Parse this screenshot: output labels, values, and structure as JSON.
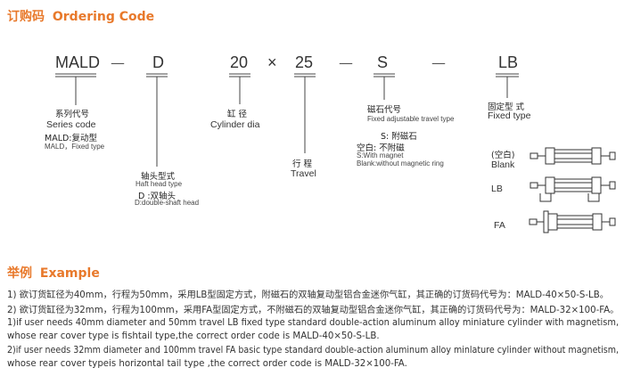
{
  "ordering": {
    "heading_cn": "订购码",
    "heading_en": "Ordering Code",
    "code": {
      "model": "MALD",
      "dash1": "—",
      "shaft": "D",
      "bore": "20",
      "times": "×",
      "travel": "25",
      "dash2": "—",
      "magnet": "S",
      "dash3": "—",
      "fixed": "LB"
    },
    "series": {
      "cn": "系列代号",
      "en": "Series code",
      "item_cn": "MALD:复动型",
      "item_sm": "MALD，Fixed type"
    },
    "shafthead": {
      "cn": "轴头型式",
      "en": "Haft head type",
      "item_cn": "D :双轴头",
      "item_sm": "D:double-shaft head"
    },
    "cylinder": {
      "cn": "缸 径",
      "en": "Cylinder dia"
    },
    "travel_label": {
      "cn": "行 程",
      "en": "Travel"
    },
    "magnet_code": {
      "cn": "磁石代号",
      "en": "Fixed adjustable travel type",
      "s_cn": "S: 附磁石",
      "blank_cn": "空白: 不附磁",
      "s_en": "S:With magnet",
      "blank_en": "Blank:without magnetic ring"
    },
    "fixed_type": {
      "cn": "固定型 式",
      "en": "Fixed type",
      "blank_cn": "(空白)",
      "blank_en": "Blank",
      "lb": "LB",
      "fa": "FA"
    }
  },
  "example": {
    "heading_cn": "举例",
    "heading_en": "Example",
    "lines": [
      "1) 欲订货缸径为40mm，行程为50mm，采用LB型固定方式，附磁石的双轴复动型铝合金迷你气缸，其正确的订货码代号为：MALD-40×50-S-LB。",
      "2) 欲订货缸径为32mm，行程为100mm，采用FA型固定方式，不附磁石的双轴复动型铝合金迷你气缸，其正确的订货码代号为：MALD-32×100-FA。",
      "1)if user needs 40mm diameter and 50mm travel LB fixed type standard double-action aluminum alloy miniature cylinder with magnetism,",
      "whose rear cover type is fishtail type,the correct order code is MALD-40×50-S-LB.",
      "2)if user needs 32mm diameter and 100mm travel FA basic type standard double-action aluminum alloy minlature cylinder without magnetism,",
      "whose rear cover typeis horizontal  tail  type ,the correct order code is MALD-32×100-FA."
    ]
  },
  "colors": {
    "heading": "#e8792b",
    "text": "#222222"
  }
}
